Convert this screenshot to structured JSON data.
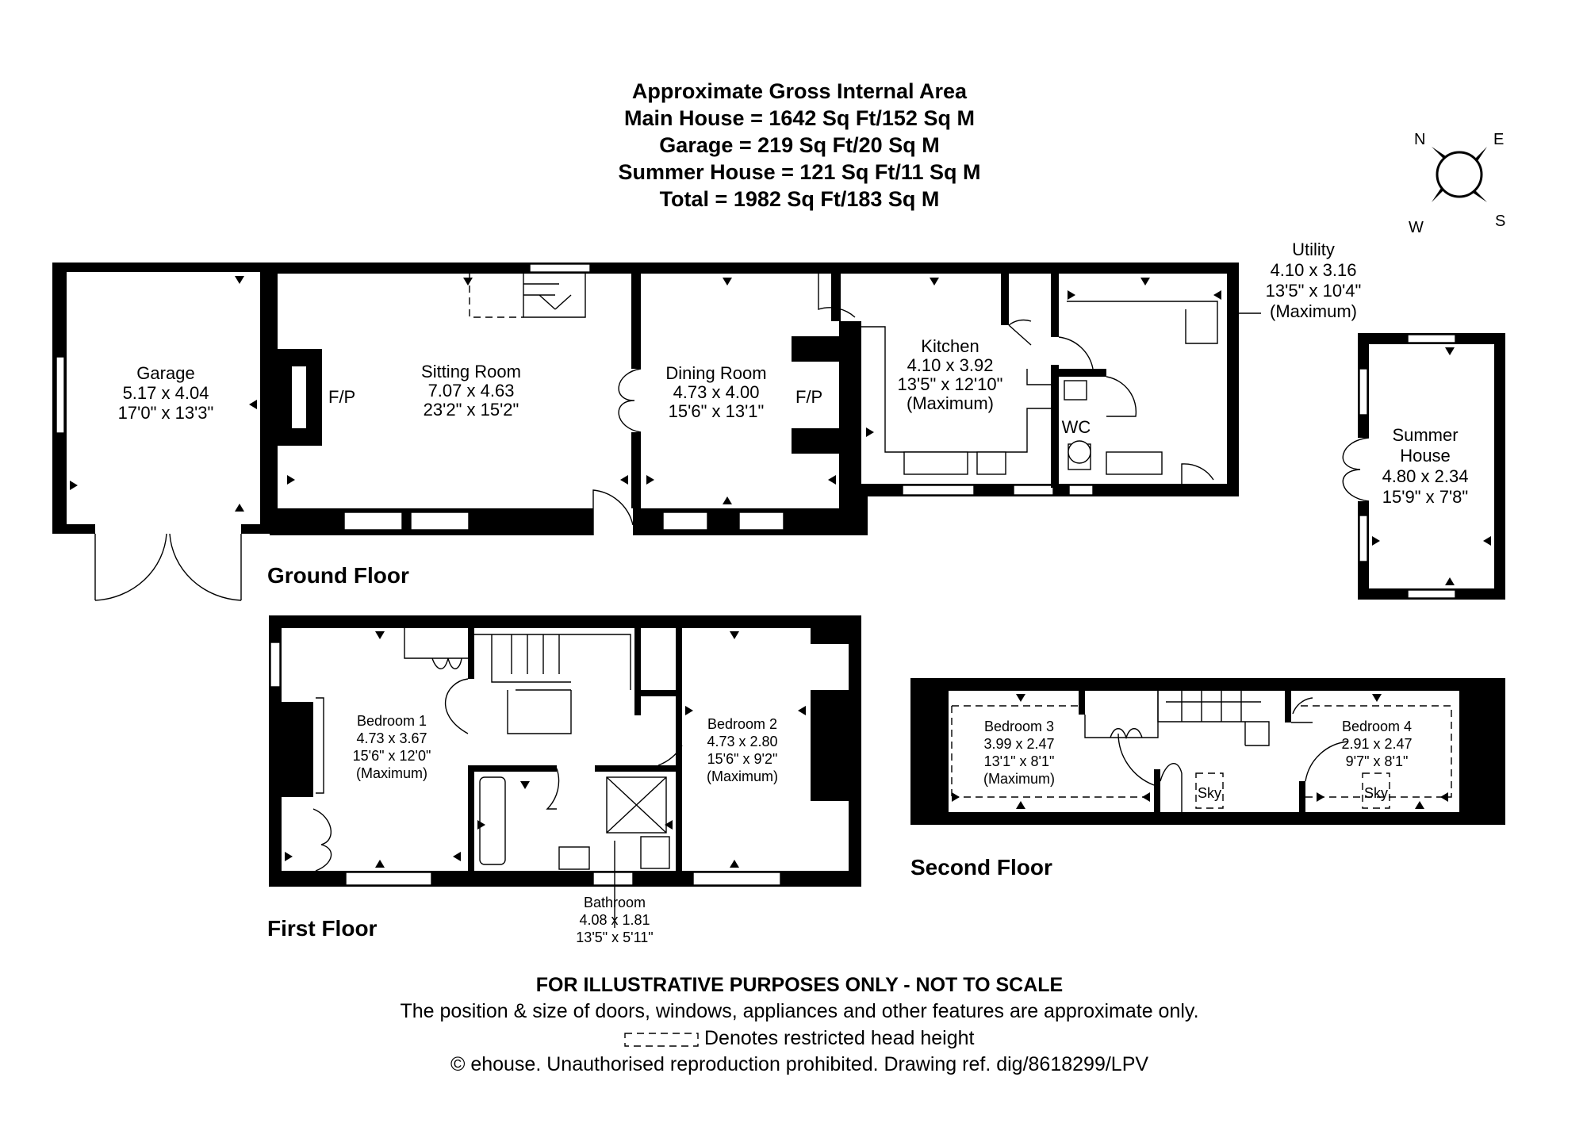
{
  "header": {
    "line1": "Approximate Gross Internal Area",
    "line2": "Main House = 1642 Sq Ft/152 Sq M",
    "line3": "Garage = 219 Sq Ft/20 Sq M",
    "line4": "Summer House = 121 Sq Ft/11 Sq M",
    "line5": "Total = 1982 Sq Ft/183 Sq M"
  },
  "compass": {
    "n": "N",
    "e": "E",
    "s": "S",
    "w": "W"
  },
  "floors": {
    "ground": "Ground Floor",
    "first": "First Floor",
    "second": "Second Floor"
  },
  "rooms": {
    "garage": {
      "name": "Garage",
      "metric": "5.17 x 4.04",
      "imperial": "17'0\" x 13'3\""
    },
    "sitting": {
      "name": "Sitting Room",
      "metric": "7.07 x 4.63",
      "imperial": "23'2\" x 15'2\""
    },
    "dining": {
      "name": "Dining Room",
      "metric": "4.73 x 4.00",
      "imperial": "15'6\" x 13'1\""
    },
    "kitchen": {
      "name": "Kitchen",
      "metric": "4.10 x 3.92",
      "imperial": "13'5\" x 12'10\"",
      "note": "(Maximum)"
    },
    "utility": {
      "name": "Utility",
      "metric": "4.10 x 3.16",
      "imperial": "13'5\" x 10'4\"",
      "note": "(Maximum)"
    },
    "wc": {
      "name": "WC"
    },
    "fp1": {
      "name": "F/P"
    },
    "fp2": {
      "name": "F/P"
    },
    "summer": {
      "name1": "Summer",
      "name2": "House",
      "metric": "4.80 x 2.34",
      "imperial": "15'9\" x 7'8\""
    },
    "bed1": {
      "name": "Bedroom 1",
      "metric": "4.73 x 3.67",
      "imperial": "15'6\" x 12'0\"",
      "note": "(Maximum)"
    },
    "bed2": {
      "name": "Bedroom 2",
      "metric": "4.73 x 2.80",
      "imperial": "15'6\" x 9'2\"",
      "note": "(Maximum)"
    },
    "bath": {
      "name": "Bathroom",
      "metric": "4.08 x 1.81",
      "imperial": "13'5\" x 5'11\""
    },
    "bed3": {
      "name": "Bedroom 3",
      "metric": "3.99 x 2.47",
      "imperial": "13'1\" x 8'1\"",
      "note": "(Maximum)"
    },
    "bed4": {
      "name": "Bedroom 4",
      "metric": "2.91 x 2.47",
      "imperial": "9'7\" x 8'1\""
    },
    "sky1": {
      "name": "Sky"
    },
    "sky2": {
      "name": "Sky"
    }
  },
  "disclaimer": {
    "line1": "FOR ILLUSTRATIVE PURPOSES ONLY - NOT TO SCALE",
    "line2": "The position & size of doors, windows, appliances and other features are approximate only.",
    "line3": "Denotes restricted head height",
    "line4": "© ehouse. Unauthorised reproduction prohibited. Drawing ref. dig/8618299/LPV"
  }
}
